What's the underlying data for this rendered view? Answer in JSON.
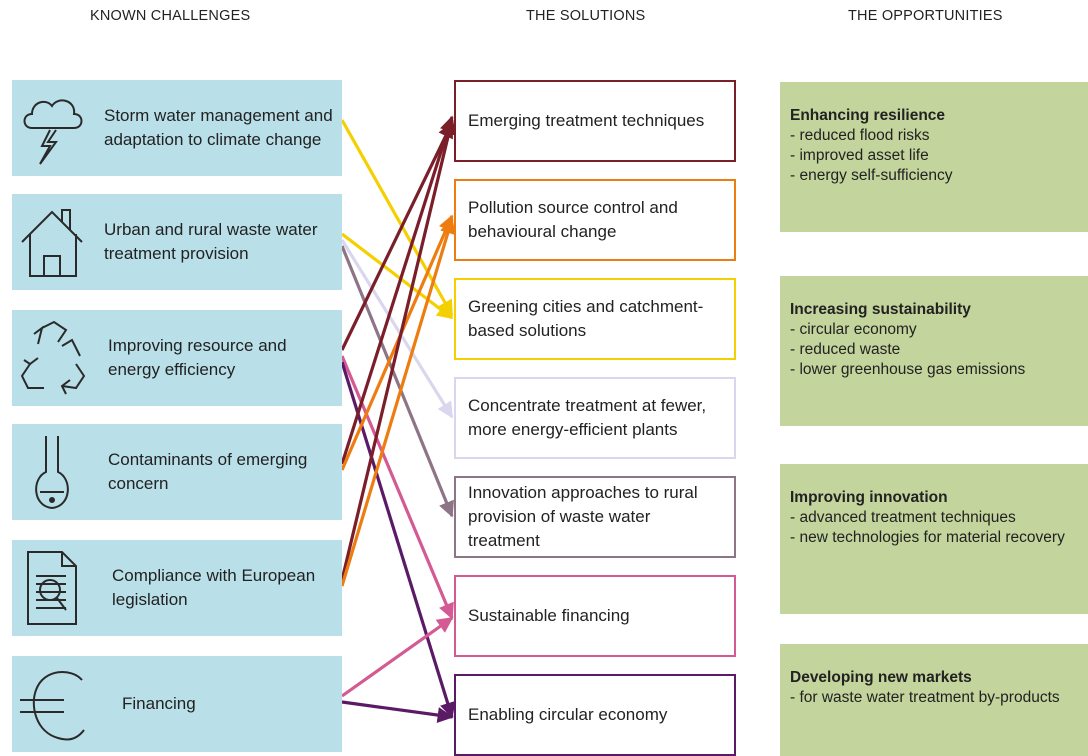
{
  "headers": {
    "challenges": "KNOWN CHALLENGES",
    "solutions": "THE SOLUTIONS",
    "opportunities": "THE OPPORTUNITIES"
  },
  "challenges": [
    {
      "icon": "storm-cloud-icon",
      "label": "Storm water management and adaptation to climate change"
    },
    {
      "icon": "house-icon",
      "label": "Urban and rural waste water treatment provision"
    },
    {
      "icon": "recycle-icon",
      "label": "Improving resource and energy efficiency"
    },
    {
      "icon": "flask-icon",
      "label": "Contaminants of emerging concern"
    },
    {
      "icon": "document-magnifier-icon",
      "label": "Compliance with European legislation"
    },
    {
      "icon": "euro-icon",
      "label": "Financing"
    }
  ],
  "solutions": [
    {
      "label": "Emerging treatment techniques",
      "color": "#7a1e2a"
    },
    {
      "label": "Pollution source control and behavioural change",
      "color": "#ee7d11"
    },
    {
      "label": "Greening cities and catchment-based solutions",
      "color": "#f5d000"
    },
    {
      "label": "Concentrate treatment at fewer, more energy-efficient plants",
      "color": "#d9d6ee"
    },
    {
      "label": "Innovation approaches to rural provision of waste water treatment",
      "color": "#8d7486"
    },
    {
      "label": "Sustainable financing",
      "color": "#d45a93"
    },
    {
      "label": "Enabling circular economy",
      "color": "#5b1a66"
    }
  ],
  "opportunities": [
    {
      "title": "Enhancing resilience",
      "items": [
        "- reduced flood risks",
        "- improved asset life",
        "- energy self-sufficiency"
      ]
    },
    {
      "title": "Increasing sustainability",
      "items": [
        "- circular economy",
        "- reduced waste",
        "- lower greenhouse gas emissions"
      ]
    },
    {
      "title": "Improving innovation",
      "items": [
        "- advanced treatment techniques",
        "- new technologies for material recovery"
      ]
    },
    {
      "title": "Developing new markets",
      "items": [
        "- for waste water treatment by-products"
      ]
    }
  ],
  "links": [
    {
      "from": 0,
      "to": 2,
      "color": "#f5d000"
    },
    {
      "from": 1,
      "to": 2,
      "color": "#f5d000"
    },
    {
      "from": 1,
      "to": 3,
      "color": "#d9d6ee"
    },
    {
      "from": 1,
      "to": 4,
      "color": "#8d7486"
    },
    {
      "from": 2,
      "to": 0,
      "color": "#7a1e2a"
    },
    {
      "from": 2,
      "to": 5,
      "color": "#d45a93"
    },
    {
      "from": 2,
      "to": 6,
      "color": "#5b1a66"
    },
    {
      "from": 3,
      "to": 0,
      "color": "#7a1e2a"
    },
    {
      "from": 3,
      "to": 1,
      "color": "#ee7d11"
    },
    {
      "from": 4,
      "to": 0,
      "color": "#7a1e2a"
    },
    {
      "from": 4,
      "to": 1,
      "color": "#ee7d11"
    },
    {
      "from": 5,
      "to": 5,
      "color": "#d45a93"
    },
    {
      "from": 5,
      "to": 6,
      "color": "#5b1a66"
    }
  ]
}
